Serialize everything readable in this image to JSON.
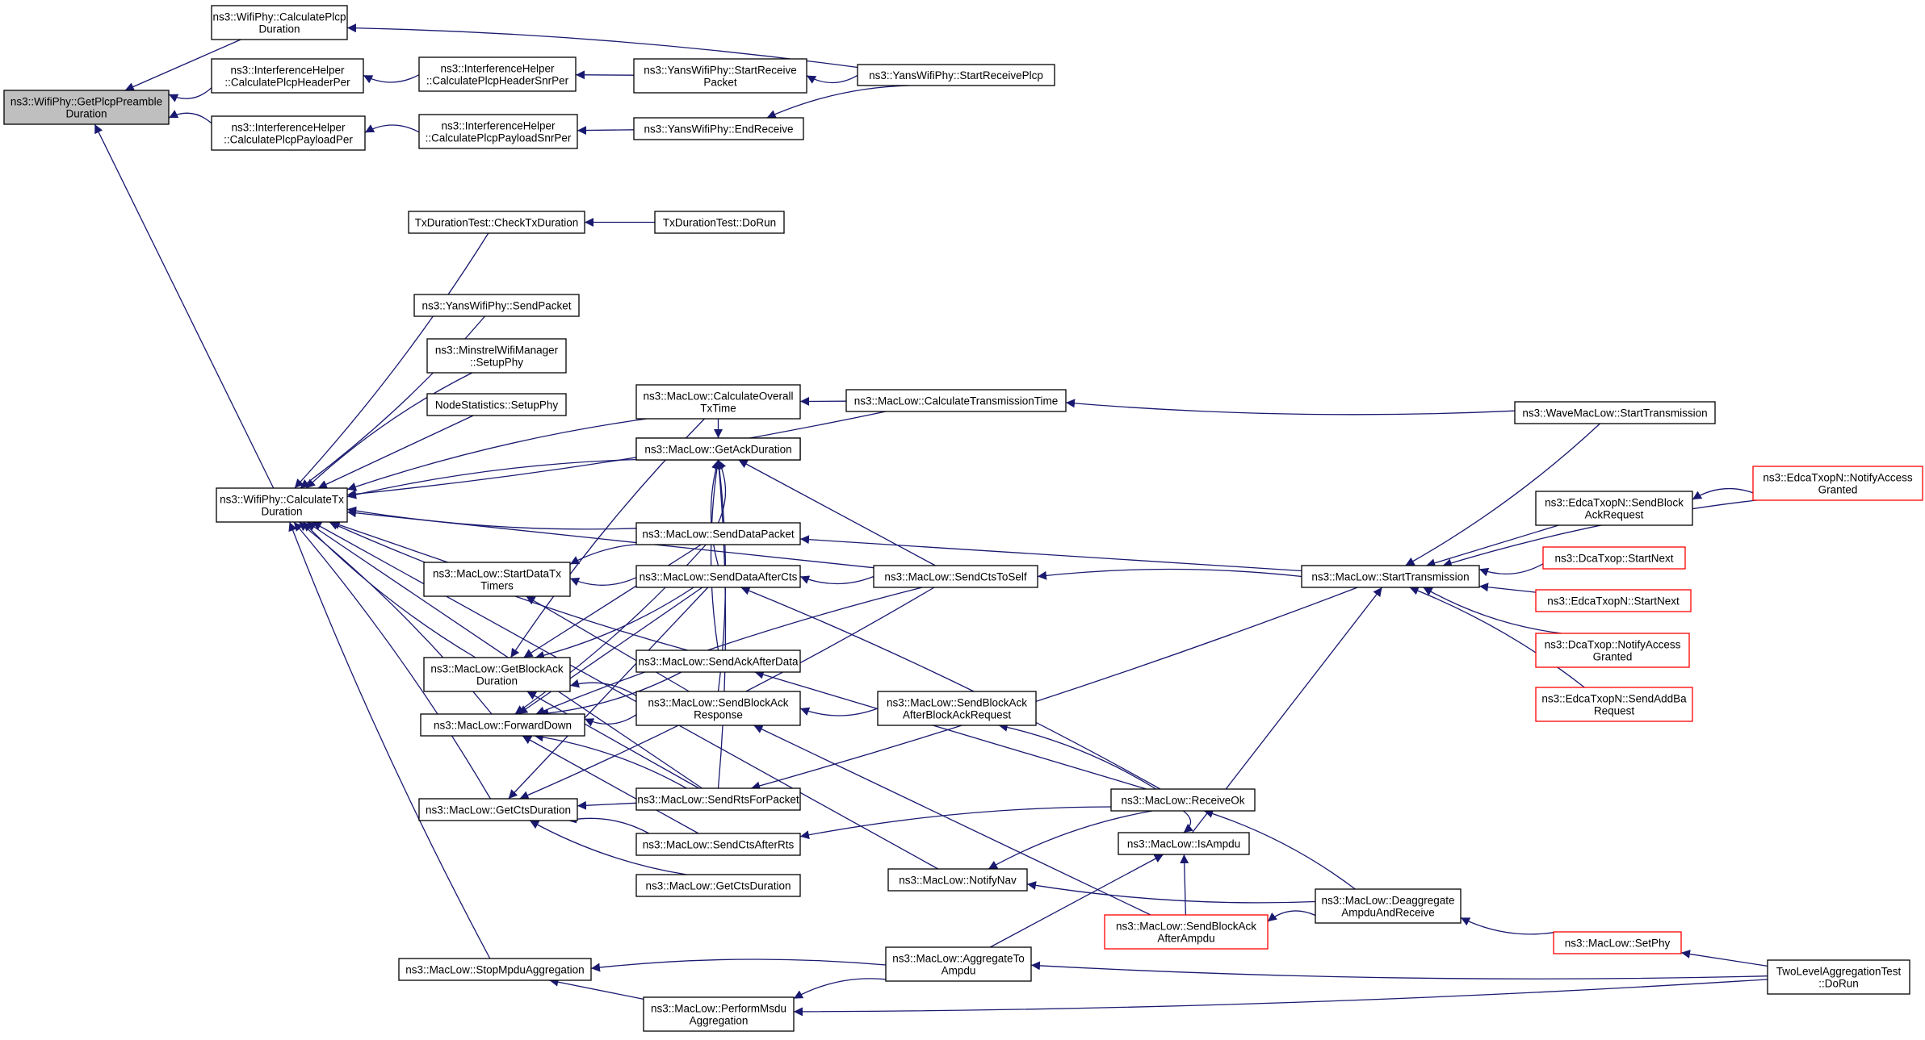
{
  "colors": {
    "edge": "#191970",
    "node_border": "#000000",
    "node_border_truncated": "#ff0000",
    "root_fill": "#bfbfbf",
    "node_fill": "#ffffff"
  },
  "nodes": {
    "n0": [
      "ns3::WifiPhy::GetPlcpPreamble",
      "Duration"
    ],
    "n1": [
      "ns3::WifiPhy::CalculatePlcp",
      "Duration"
    ],
    "n2": [
      "ns3::InterferenceHelper",
      "::CalculatePlcpHeaderPer"
    ],
    "n3": [
      "ns3::InterferenceHelper",
      "::CalculatePlcpPayloadPer"
    ],
    "n4": [
      "ns3::WifiPhy::CalculateTx",
      "Duration"
    ],
    "n5": [
      "ns3::YansWifiPhy::StartReceivePlcp"
    ],
    "n6": [
      "ns3::InterferenceHelper",
      "::CalculatePlcpHeaderSnrPer"
    ],
    "n7": [
      "ns3::YansWifiPhy::StartReceive",
      "Packet"
    ],
    "n8": [
      "ns3::InterferenceHelper",
      "::CalculatePlcpPayloadSnrPer"
    ],
    "n9": [
      "ns3::YansWifiPhy::EndReceive"
    ],
    "n10": [
      "TxDurationTest::CheckTxDuration"
    ],
    "n11": [
      "TxDurationTest::DoRun"
    ],
    "n12": [
      "ns3::YansWifiPhy::SendPacket"
    ],
    "n13": [
      "ns3::MinstrelWifiManager",
      "::SetupPhy"
    ],
    "n14": [
      "NodeStatistics::SetupPhy"
    ],
    "n15": [
      "ns3::MacLow::CalculateOverall",
      "TxTime"
    ],
    "n16": [
      "ns3::MacLow::CalculateTransmissionTime"
    ],
    "n17": [
      "ns3::WaveMacLow::StartTransmission"
    ],
    "n18": [
      "ns3::MacLow::GetAckDuration"
    ],
    "n19": [
      "ns3::MacLow::GetAckDuration"
    ],
    "n20": [
      "ns3::MacLow::SendDataPacket"
    ],
    "n21": [
      "ns3::MacLow::StartDataTx",
      "Timers"
    ],
    "n22": [
      "ns3::MacLow::SendDataAfterCts"
    ],
    "n23": [
      "ns3::MacLow::SendCtsToSelf"
    ],
    "n24": [
      "ns3::MacLow::StartTransmission"
    ],
    "n25": [
      "ns3::EdcaTxopN::NotifyAccess",
      "Granted"
    ],
    "n26": [
      "ns3::EdcaTxopN::SendBlock",
      "AckRequest"
    ],
    "n27": [
      "ns3::DcaTxop::StartNext"
    ],
    "n28": [
      "ns3::EdcaTxopN::StartNext"
    ],
    "n29": [
      "ns3::DcaTxop::NotifyAccess",
      "Granted"
    ],
    "n30": [
      "ns3::EdcaTxopN::SendAddBa",
      "Request"
    ],
    "n31": [
      "ns3::MacLow::SendAckAfterData"
    ],
    "n32": [
      "ns3::MacLow::GetBlockAck",
      "Duration"
    ],
    "n33": [
      "ns3::MacLow::SendBlockAck",
      "Response"
    ],
    "n34": [
      "ns3::MacLow::SendBlockAck",
      "AfterBlockAckRequest"
    ],
    "n35": [
      "ns3::MacLow::ForwardDown"
    ],
    "n36": [
      "ns3::MacLow::SendRtsForPacket"
    ],
    "n37": [
      "ns3::MacLow::ReceiveOk"
    ],
    "n38": [
      "ns3::MacLow::GetCtsDuration"
    ],
    "n39": [
      "ns3::MacLow::SendCtsAfterRts"
    ],
    "n40": [
      "ns3::MacLow::IsAmpdu"
    ],
    "n41": [
      "ns3::MacLow::GetCtsDuration"
    ],
    "n42": [
      "ns3::MacLow::NotifyNav"
    ],
    "n43": [
      "ns3::MacLow::Deaggregate",
      "AmpduAndReceive"
    ],
    "n44": [
      "ns3::MacLow::SendBlockAck",
      "AfterAmpdu"
    ],
    "n45": [
      "ns3::MacLow::SetPhy"
    ],
    "n46": [
      "ns3::MacLow::StopMpduAggregation"
    ],
    "n47": [
      "ns3::MacLow::AggregateTo",
      "Ampdu"
    ],
    "n48": [
      "TwoLevelAggregationTest",
      "::DoRun"
    ],
    "n49": [
      "ns3::MacLow::PerformMsdu",
      "Aggregation"
    ]
  },
  "truncated_nodes": [
    "n25",
    "n27",
    "n28",
    "n29",
    "n30",
    "n44",
    "n45"
  ],
  "root_node": "n0",
  "edges": [
    [
      "n1",
      "n0"
    ],
    [
      "n2",
      "n0"
    ],
    [
      "n3",
      "n0"
    ],
    [
      "n4",
      "n0"
    ],
    [
      "n5",
      "n1"
    ],
    [
      "n6",
      "n2"
    ],
    [
      "n7",
      "n6"
    ],
    [
      "n5",
      "n7"
    ],
    [
      "n8",
      "n3"
    ],
    [
      "n9",
      "n8"
    ],
    [
      "n5",
      "n9"
    ],
    [
      "n10",
      "n4"
    ],
    [
      "n11",
      "n10"
    ],
    [
      "n12",
      "n4"
    ],
    [
      "n13",
      "n4"
    ],
    [
      "n14",
      "n4"
    ],
    [
      "n15",
      "n4"
    ],
    [
      "n16",
      "n4"
    ],
    [
      "n16",
      "n15"
    ],
    [
      "n17",
      "n16"
    ],
    [
      "n18",
      "n4"
    ],
    [
      "n19",
      "n18"
    ],
    [
      "n20",
      "n18"
    ],
    [
      "n22",
      "n18"
    ],
    [
      "n23",
      "n18"
    ],
    [
      "n31",
      "n18"
    ],
    [
      "n33",
      "n18"
    ],
    [
      "n15",
      "n18"
    ],
    [
      "n36",
      "n18"
    ],
    [
      "n20",
      "n4"
    ],
    [
      "n24",
      "n20"
    ],
    [
      "n17",
      "n24"
    ],
    [
      "n25",
      "n24"
    ],
    [
      "n26",
      "n24"
    ],
    [
      "n25",
      "n26"
    ],
    [
      "n27",
      "n24"
    ],
    [
      "n28",
      "n24"
    ],
    [
      "n29",
      "n24"
    ],
    [
      "n30",
      "n24"
    ],
    [
      "n21",
      "n4"
    ],
    [
      "n20",
      "n21"
    ],
    [
      "n22",
      "n21"
    ],
    [
      "n33",
      "n21"
    ],
    [
      "n23",
      "n22"
    ],
    [
      "n37",
      "n22"
    ],
    [
      "n23",
      "n4"
    ],
    [
      "n24",
      "n23"
    ],
    [
      "n32",
      "n4"
    ],
    [
      "n20",
      "n32"
    ],
    [
      "n22",
      "n32"
    ],
    [
      "n33",
      "n32"
    ],
    [
      "n36",
      "n32"
    ],
    [
      "n15",
      "n32"
    ],
    [
      "n31",
      "n35"
    ],
    [
      "n37",
      "n31"
    ],
    [
      "n34",
      "n33"
    ],
    [
      "n37",
      "n34"
    ],
    [
      "n44",
      "n33"
    ],
    [
      "n35",
      "n4"
    ],
    [
      "n20",
      "n35"
    ],
    [
      "n22",
      "n35"
    ],
    [
      "n33",
      "n35"
    ],
    [
      "n36",
      "n35"
    ],
    [
      "n39",
      "n35"
    ],
    [
      "n23",
      "n35"
    ],
    [
      "n31",
      "n4"
    ],
    [
      "n36",
      "n4"
    ],
    [
      "n24",
      "n36"
    ],
    [
      "n38",
      "n4"
    ],
    [
      "n36",
      "n38"
    ],
    [
      "n39",
      "n38"
    ],
    [
      "n41",
      "n38"
    ],
    [
      "n22",
      "n38"
    ],
    [
      "n23",
      "n38"
    ],
    [
      "n37",
      "n39"
    ],
    [
      "n42",
      "n4"
    ],
    [
      "n37",
      "n42"
    ],
    [
      "n43",
      "n42"
    ],
    [
      "n40",
      "n24"
    ],
    [
      "n37",
      "n40"
    ],
    [
      "n43",
      "n37"
    ],
    [
      "n44",
      "n40"
    ],
    [
      "n43",
      "n44"
    ],
    [
      "n45",
      "n43"
    ],
    [
      "n48",
      "n45"
    ],
    [
      "n46",
      "n4"
    ],
    [
      "n47",
      "n46"
    ],
    [
      "n49",
      "n46"
    ],
    [
      "n47",
      "n49"
    ],
    [
      "n48",
      "n49"
    ],
    [
      "n47",
      "n40"
    ],
    [
      "n48",
      "n47"
    ]
  ]
}
